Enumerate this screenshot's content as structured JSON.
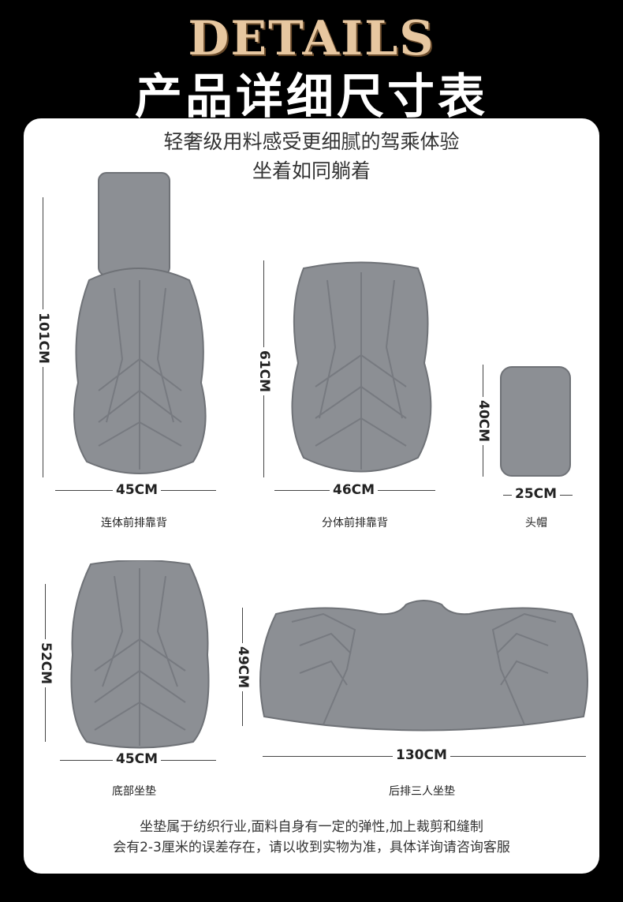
{
  "header": {
    "title_en": "DETAILS",
    "title_cn": "产品详细尺寸表"
  },
  "intro": {
    "line1": "轻奢级用料感受更细腻的驾乘体验",
    "line2": "坐着如同躺着"
  },
  "products": [
    {
      "name": "连体前排靠背",
      "width": "45CM",
      "height": "101CM"
    },
    {
      "name": "分体前排靠背",
      "width": "46CM",
      "height": "61CM"
    },
    {
      "name": "头帽",
      "width": "25CM",
      "height": "40CM"
    },
    {
      "name": "底部坐垫",
      "width": "45CM",
      "height": "52CM"
    },
    {
      "name": "后排三人坐垫",
      "width": "130CM",
      "height": "49CM"
    }
  ],
  "note": {
    "line1": "坐垫属于纺织行业,面料自身有一定的弹性,加上裁剪和缝制",
    "line2": "会有2-3厘米的误差存在，请以收到实物为准，具体详询请咨询客服"
  },
  "colors": {
    "background": "#000000",
    "card": "#ffffff",
    "title_en": "#e7c7a0",
    "cushion": "#8c8f94"
  }
}
